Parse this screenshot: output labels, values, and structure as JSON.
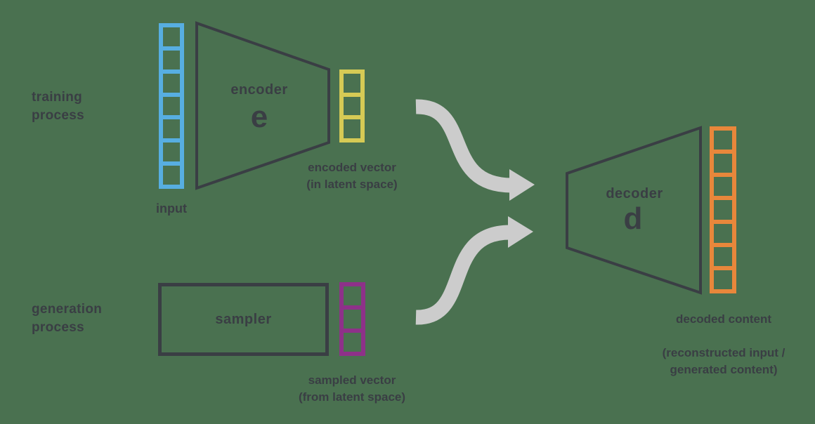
{
  "colors": {
    "background": "#4a7150",
    "outline": "#3a3e44",
    "text": "#3a3e44",
    "arrow": "#cccccc",
    "input_vector": "#57aee1",
    "encoded_vector": "#d6ca55",
    "sampled_vector": "#8e3189",
    "decoded_vector": "#e8873b"
  },
  "training": {
    "section_label_line1": "training",
    "section_label_line2": "process",
    "input_label": "input",
    "encoder_title": "encoder",
    "encoder_symbol": "e",
    "encoded_vector_label_line1": "encoded vector",
    "encoded_vector_label_line2": "(in latent space)"
  },
  "generation": {
    "section_label_line1": "generation",
    "section_label_line2": "process",
    "sampler_label": "sampler",
    "sampled_vector_label_line1": "sampled vector",
    "sampled_vector_label_line2": "(from latent space)"
  },
  "decoding": {
    "decoder_title": "decoder",
    "decoder_symbol": "d",
    "decoded_label": "decoded content",
    "decoded_sublabel_line1": "(reconstructed input /",
    "decoded_sublabel_line2": "generated content)"
  },
  "vectors": {
    "input": {
      "color": "#57aee1",
      "cells": 7
    },
    "encoded": {
      "color": "#d6ca55",
      "cells": 3
    },
    "sampled": {
      "color": "#8e3189",
      "cells": 3
    },
    "decoded": {
      "color": "#e8873b",
      "cells": 7
    }
  }
}
